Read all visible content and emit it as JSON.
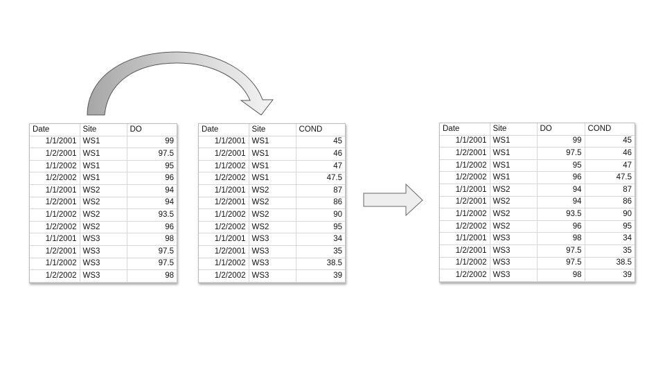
{
  "tables": {
    "do": {
      "headers": [
        "Date",
        "Site",
        "DO"
      ],
      "rows": [
        [
          "1/1/2001",
          "WS1",
          "99"
        ],
        [
          "1/2/2001",
          "WS1",
          "97.5"
        ],
        [
          "1/1/2002",
          "WS1",
          "95"
        ],
        [
          "1/2/2002",
          "WS1",
          "96"
        ],
        [
          "1/1/2001",
          "WS2",
          "94"
        ],
        [
          "1/2/2001",
          "WS2",
          "94"
        ],
        [
          "1/1/2002",
          "WS2",
          "93.5"
        ],
        [
          "1/2/2002",
          "WS2",
          "96"
        ],
        [
          "1/1/2001",
          "WS3",
          "98"
        ],
        [
          "1/2/2001",
          "WS3",
          "97.5"
        ],
        [
          "1/1/2002",
          "WS3",
          "97.5"
        ],
        [
          "1/2/2002",
          "WS3",
          "98"
        ]
      ]
    },
    "cond": {
      "headers": [
        "Date",
        "Site",
        "COND"
      ],
      "rows": [
        [
          "1/1/2001",
          "WS1",
          "45"
        ],
        [
          "1/2/2001",
          "WS1",
          "46"
        ],
        [
          "1/1/2002",
          "WS1",
          "47"
        ],
        [
          "1/2/2002",
          "WS1",
          "47.5"
        ],
        [
          "1/1/2001",
          "WS2",
          "87"
        ],
        [
          "1/2/2001",
          "WS2",
          "86"
        ],
        [
          "1/1/2002",
          "WS2",
          "90"
        ],
        [
          "1/2/2002",
          "WS2",
          "95"
        ],
        [
          "1/1/2001",
          "WS3",
          "34"
        ],
        [
          "1/2/2001",
          "WS3",
          "35"
        ],
        [
          "1/1/2002",
          "WS3",
          "38.5"
        ],
        [
          "1/2/2002",
          "WS3",
          "39"
        ]
      ]
    },
    "merged": {
      "headers": [
        "Date",
        "Site",
        "DO",
        "COND"
      ],
      "rows": [
        [
          "1/1/2001",
          "WS1",
          "99",
          "45"
        ],
        [
          "1/2/2001",
          "WS1",
          "97.5",
          "46"
        ],
        [
          "1/1/2002",
          "WS1",
          "95",
          "47"
        ],
        [
          "1/2/2002",
          "WS1",
          "96",
          "47.5"
        ],
        [
          "1/1/2001",
          "WS2",
          "94",
          "87"
        ],
        [
          "1/2/2001",
          "WS2",
          "94",
          "86"
        ],
        [
          "1/1/2002",
          "WS2",
          "93.5",
          "90"
        ],
        [
          "1/2/2002",
          "WS2",
          "96",
          "95"
        ],
        [
          "1/1/2001",
          "WS3",
          "98",
          "34"
        ],
        [
          "1/2/2001",
          "WS3",
          "97.5",
          "35"
        ],
        [
          "1/1/2002",
          "WS3",
          "97.5",
          "38.5"
        ],
        [
          "1/2/2002",
          "WS3",
          "98",
          "39"
        ]
      ]
    }
  },
  "arrows": {
    "curved": {
      "icon": "curved-arrow-icon",
      "fill_light": "#f2f2f2",
      "fill_dark": "#a6a6a6",
      "stroke": "#555555"
    },
    "right": {
      "icon": "right-arrow-icon",
      "fill": "#eeeeee",
      "stroke": "#666666"
    }
  }
}
